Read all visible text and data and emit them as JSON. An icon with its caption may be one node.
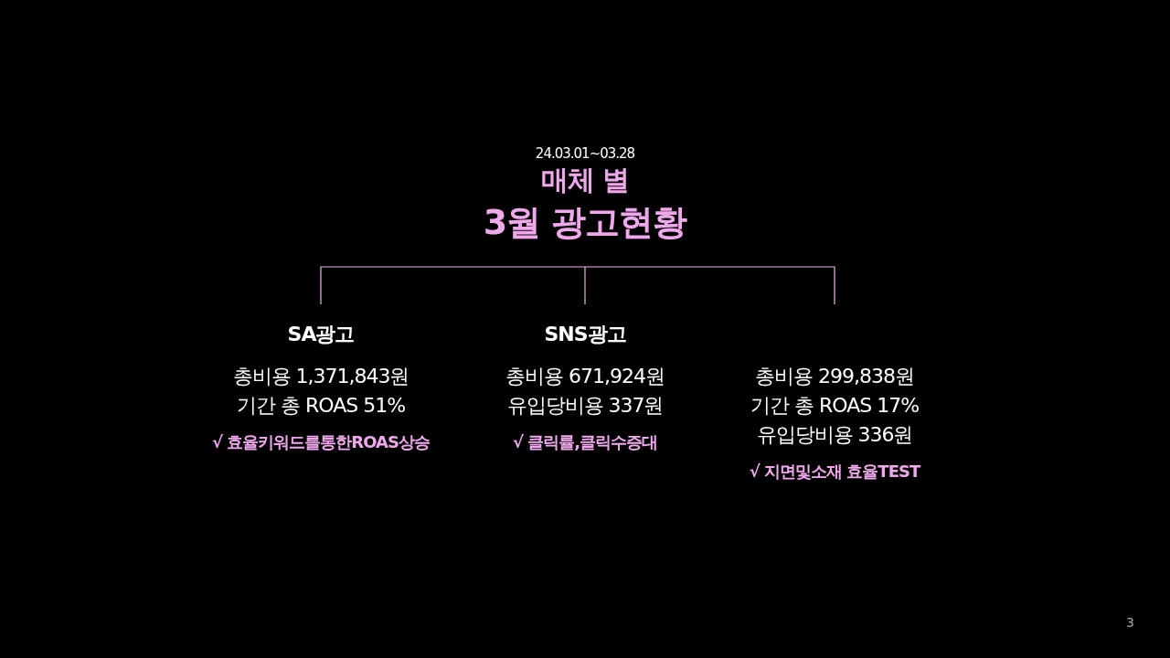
{
  "diagram": {
    "nodes": [
      {
        "text": [
          "24.03.01~03.28",
          "매체 별",
          "3월 광고현황"
        ]
      },
      {
        "text": [
          "SA광고",
          "총비용 1,371,843원",
          "기간 총 ROAS 51%",
          "√ 효율키워드를통한ROAS상승"
        ]
      },
      {
        "text": [
          "SNS광고",
          "총비용 671,924원",
          "유입당비용 337원",
          "√ 클릭률,클릭수증대"
        ]
      },
      {
        "text": [
          "총비용 299,838원",
          "기간 총 ROAS 17%",
          "유입당비용 336원",
          "√ 지면및소재 효율TEST"
        ]
      }
    ],
    "edges": [
      {
        "from": 0,
        "to": 1,
        "arrow": "none"
      },
      {
        "from": 0,
        "to": 2,
        "arrow": "none"
      },
      {
        "from": 0,
        "to": 3,
        "arrow": "none"
      }
    ],
    "labels": [
      "3"
    ]
  }
}
